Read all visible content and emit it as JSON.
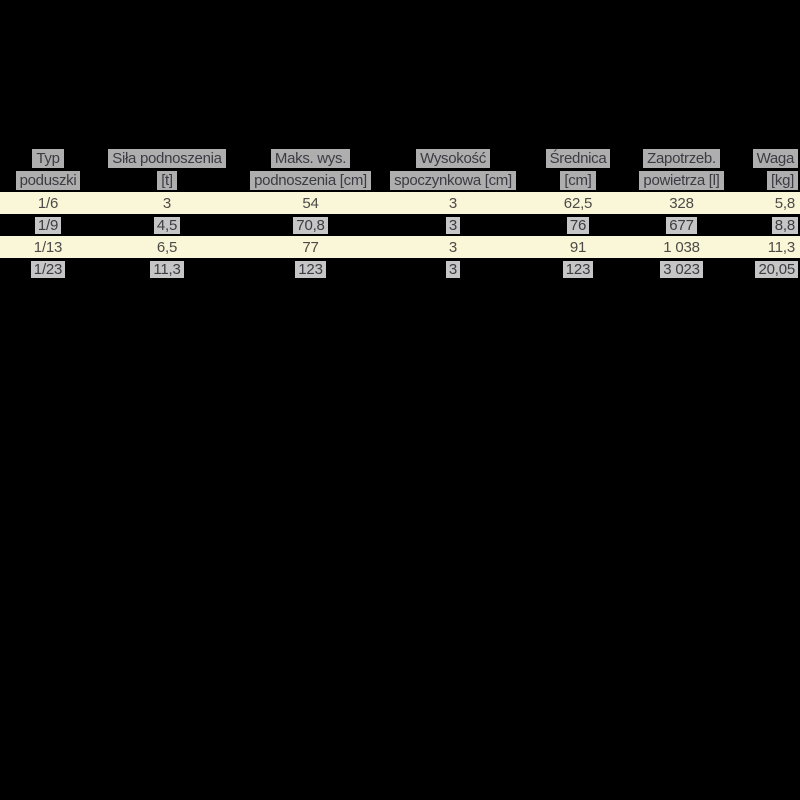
{
  "page": {
    "background_color": "#000000",
    "row_band_color": "#faf6d8",
    "header_box_color": "#aeaeae",
    "value_box_color": "#c6c6c6",
    "text_color": "#3c3c42"
  },
  "table": {
    "header": {
      "typ": {
        "l1": "Typ",
        "l2": "poduszki"
      },
      "sila": {
        "l1": "Siła podnoszenia",
        "l2": "[t]"
      },
      "maks": {
        "l1": "Maks. wys.",
        "l2": "podnoszenia [cm]"
      },
      "wysokosc": {
        "l1": "Wysokość",
        "l2": "spoczynkowa [cm]"
      },
      "srednica": {
        "l1": "Średnica",
        "l2": "[cm]"
      },
      "zapotrzeb": {
        "l1": "Zapotrzeb.",
        "l2": "powietrza [l]"
      },
      "waga": {
        "l1": "Waga",
        "l2": "[kg]"
      }
    },
    "rows": [
      {
        "typ": "1/6",
        "sila": "3",
        "maks": "54",
        "wysokosc": "3",
        "srednica": "62,5",
        "zapotrzeb": "328",
        "waga": "5,8"
      },
      {
        "typ": "1/9",
        "sila": "4,5",
        "maks": "70,8",
        "wysokosc": "3",
        "srednica": "76",
        "zapotrzeb": "677",
        "waga": "8,8"
      },
      {
        "typ": "1/13",
        "sila": "6,5",
        "maks": "77",
        "wysokosc": "3",
        "srednica": "91",
        "zapotrzeb": "1 038",
        "waga": "11,3"
      },
      {
        "typ": "1/23",
        "sila": "11,3",
        "maks": "123",
        "wysokosc": "3",
        "srednica": "123",
        "zapotrzeb": "3 023",
        "waga": "20,05"
      }
    ]
  }
}
